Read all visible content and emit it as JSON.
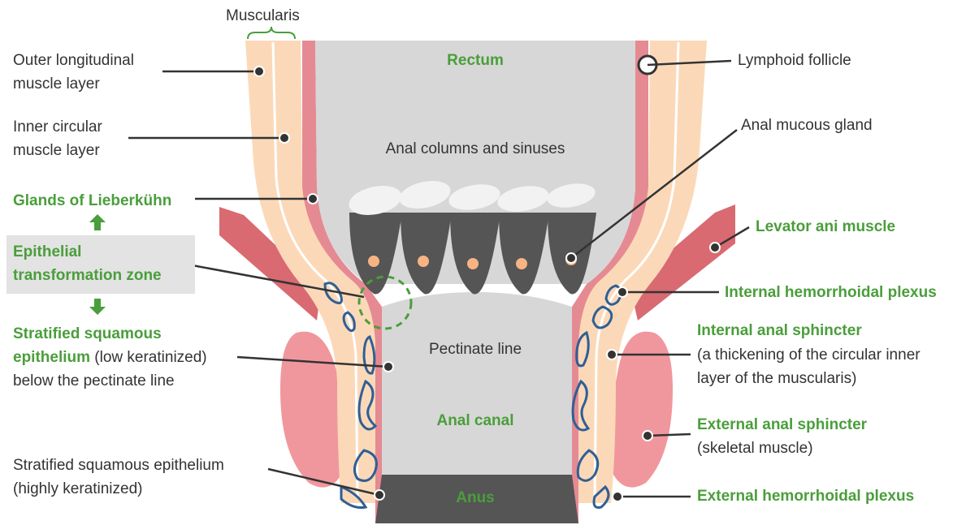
{
  "labels": {
    "muscularis": "Muscularis",
    "outer_longitudinal": [
      "Outer longitudinal",
      "muscle layer"
    ],
    "inner_circular": [
      "Inner circular",
      "muscle layer"
    ],
    "glands_lieberkuhn": "Glands of Lieberkühn",
    "transformation_zone": [
      "Epithelial",
      "transformation zone"
    ],
    "stratified_low": {
      "line1": "Stratified squamous",
      "line2_bold": "epithelium",
      "line2_rest": " (low keratinized)",
      "line3": "below the pectinate line"
    },
    "stratified_high": [
      "Stratified squamous epithelium",
      "(highly keratinized)"
    ],
    "rectum": "Rectum",
    "anal_columns": "Anal columns and sinuses",
    "pectinate_line": "Pectinate line",
    "anal_canal": "Anal canal",
    "anus": "Anus",
    "lymphoid_follicle": "Lymphoid follicle",
    "anal_mucous_gland": "Anal mucous gland",
    "levator_ani": "Levator ani muscle",
    "internal_hemorrhoidal": "Internal hemorrhoidal plexus",
    "internal_sphincter": {
      "title": "Internal anal sphincter",
      "desc": [
        "(a thickening of the circular inner",
        "layer of the muscularis)"
      ]
    },
    "external_sphincter": {
      "title": "External anal sphincter",
      "desc": "(skeletal muscle)"
    },
    "external_hemorrhoidal": "External hemorrhoidal plexus"
  },
  "colors": {
    "green": "#4a9e3b",
    "text": "#333333",
    "lumen": "#d7d7d7",
    "dark": "#555555",
    "muscle_light": "#fbd9b8",
    "mucosa_pink": "#e58a92",
    "levator": "#d96a71",
    "plexus_blue": "#2f5f96"
  }
}
